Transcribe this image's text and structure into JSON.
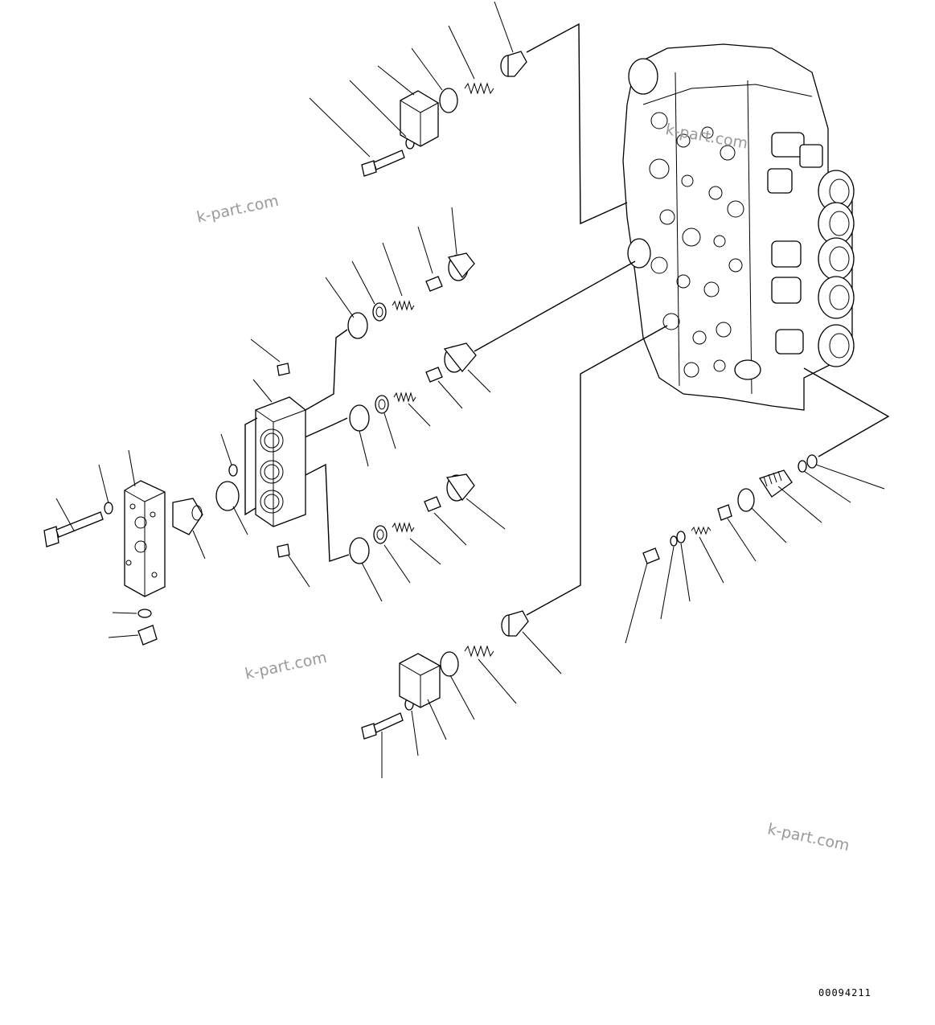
{
  "diagram": {
    "watermarks": [
      "k-part.com",
      "k-part.com",
      "k-part.com",
      "k-part.com"
    ],
    "drawing_code": "00094211"
  }
}
